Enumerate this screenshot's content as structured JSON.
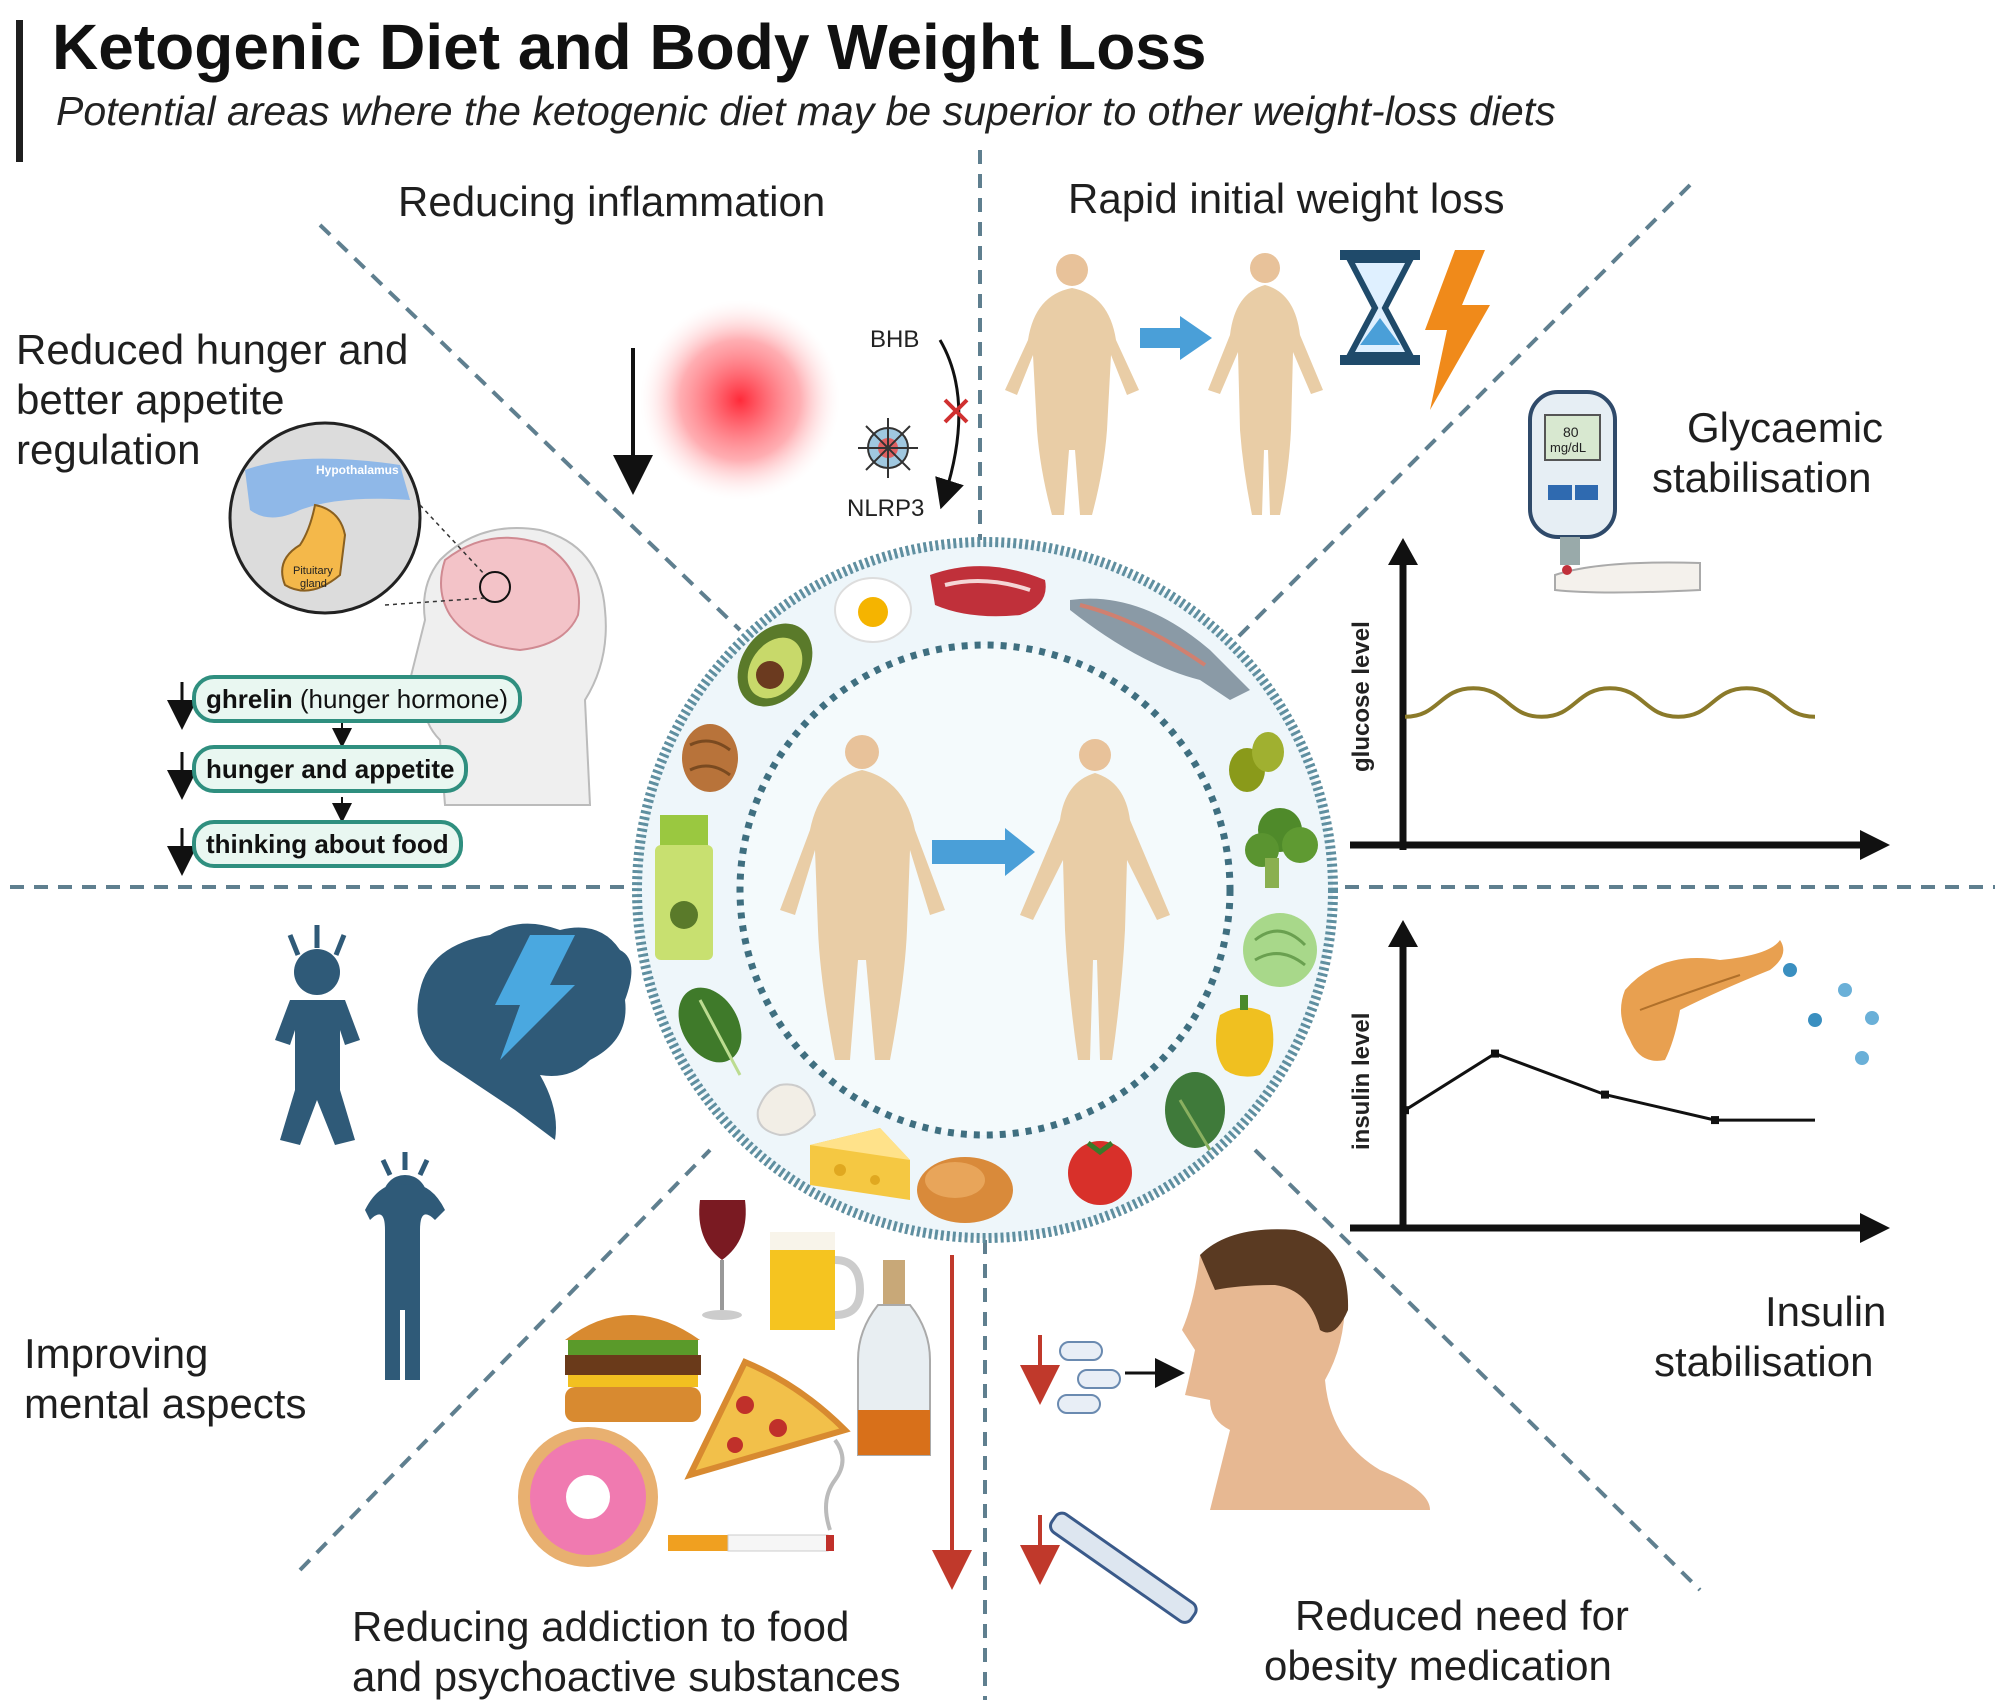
{
  "header": {
    "title": "Ketogenic Diet and Body Weight Loss",
    "subtitle": "Potential areas where the ketogenic diet may be superior to other weight-loss diets"
  },
  "sections": {
    "inflammation": "Reducing inflammation",
    "rapid_loss": "Rapid initial weight loss",
    "hunger": [
      "Reduced hunger and",
      "better appetite",
      "regulation"
    ],
    "glycaemic": [
      "Glycaemic",
      "stabilisation"
    ],
    "insulin": [
      "Insulin",
      "stabilisation"
    ],
    "mental": [
      "Improving",
      "mental aspects"
    ],
    "addiction": [
      "Reducing addiction to food",
      "and psychoactive substances"
    ],
    "medication": [
      "Reduced need for",
      "obesity medication"
    ]
  },
  "inflammation_panel": {
    "bhb": "BHB",
    "nlrp3": "NLRP3"
  },
  "hunger_panel": {
    "hypothalamus": "Hypothalamus",
    "pituitary": [
      "Pituitary",
      "gland"
    ],
    "steps": [
      {
        "bold": "ghrelin",
        "rest": " (hunger hormone)"
      },
      {
        "bold": "hunger and appetite",
        "rest": ""
      },
      {
        "bold": "thinking about food",
        "rest": ""
      }
    ]
  },
  "glucose_meter": {
    "value": "80",
    "unit": "mg/dL"
  },
  "glucose_chart": {
    "ylabel": "glucose level"
  },
  "insulin_chart": {
    "ylabel": "insulin level"
  },
  "chart_data": [
    {
      "type": "line",
      "title": "",
      "ylabel": "glucose level",
      "xlabel": "",
      "series": [
        {
          "values": [
            0.45,
            0.55,
            0.45,
            0.55,
            0.45,
            0.55,
            0.45
          ]
        }
      ],
      "note_axes": "unlabelled ticks"
    },
    {
      "type": "line",
      "title": "",
      "ylabel": "insulin level",
      "xlabel": "",
      "series": [
        {
          "values": [
            0.55,
            0.95,
            0.66,
            0.48,
            0.48
          ]
        }
      ]
    }
  ],
  "colors": {
    "dashed_line": "#5f7f8f",
    "accent_blue": "#4a9fd8",
    "mental_icon": "#2f5a78",
    "pill_border": "#2f8f7f",
    "down_arrow_red": "#c0392b",
    "glucose_curve": "#8b7a2a",
    "circle_fill": "#eef6fa"
  }
}
